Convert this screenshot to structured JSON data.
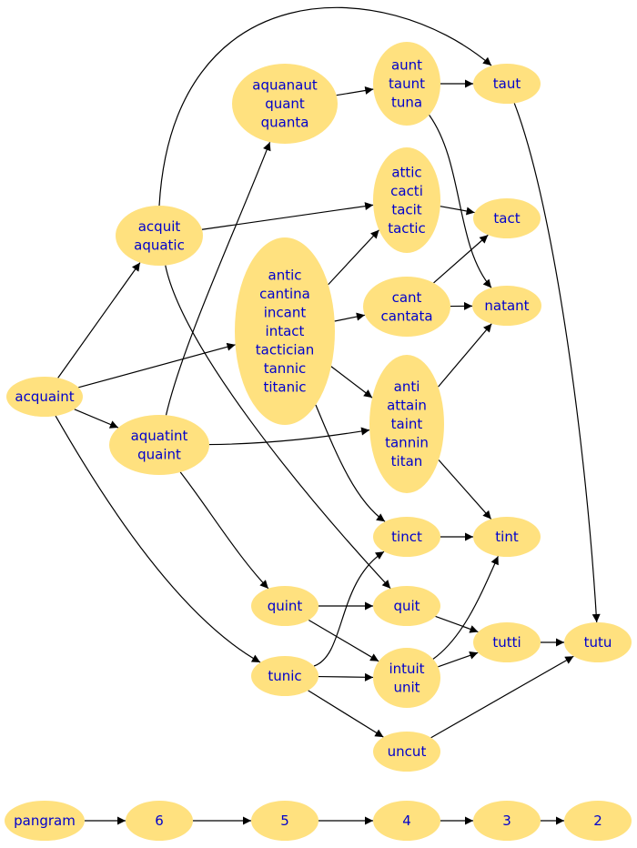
{
  "colors": {
    "node_fill": "#ffe17f",
    "node_text": "#0000cc",
    "edge": "#000000",
    "background": "#ffffff"
  },
  "nodes": [
    {
      "id": "acquaint",
      "lines": [
        "acquaint"
      ]
    },
    {
      "id": "acquit",
      "lines": [
        "acquit",
        "aquatic"
      ]
    },
    {
      "id": "aquatint",
      "lines": [
        "aquatint",
        "quaint"
      ]
    },
    {
      "id": "aquanaut",
      "lines": [
        "aquanaut",
        "quant",
        "quanta"
      ]
    },
    {
      "id": "aunt",
      "lines": [
        "aunt",
        "taunt",
        "tuna"
      ]
    },
    {
      "id": "taut",
      "lines": [
        "taut"
      ]
    },
    {
      "id": "attic",
      "lines": [
        "attic",
        "cacti",
        "tacit",
        "tactic"
      ]
    },
    {
      "id": "tact",
      "lines": [
        "tact"
      ]
    },
    {
      "id": "antic",
      "lines": [
        "antic",
        "cantina",
        "incant",
        "intact",
        "tactician",
        "tannic",
        "titanic"
      ]
    },
    {
      "id": "cant",
      "lines": [
        "cant",
        "cantata"
      ]
    },
    {
      "id": "natant",
      "lines": [
        "natant"
      ]
    },
    {
      "id": "anti",
      "lines": [
        "anti",
        "attain",
        "taint",
        "tannin",
        "titan"
      ]
    },
    {
      "id": "tinct",
      "lines": [
        "tinct"
      ]
    },
    {
      "id": "tint",
      "lines": [
        "tint"
      ]
    },
    {
      "id": "quint",
      "lines": [
        "quint"
      ]
    },
    {
      "id": "quit",
      "lines": [
        "quit"
      ]
    },
    {
      "id": "tutti",
      "lines": [
        "tutti"
      ]
    },
    {
      "id": "tutu",
      "lines": [
        "tutu"
      ]
    },
    {
      "id": "tunic",
      "lines": [
        "tunic"
      ]
    },
    {
      "id": "intuit",
      "lines": [
        "intuit",
        "unit"
      ]
    },
    {
      "id": "uncut",
      "lines": [
        "uncut"
      ]
    },
    {
      "id": "pangram",
      "lines": [
        "pangram"
      ]
    },
    {
      "id": "n6",
      "lines": [
        "6"
      ]
    },
    {
      "id": "n5",
      "lines": [
        "5"
      ]
    },
    {
      "id": "n4",
      "lines": [
        "4"
      ]
    },
    {
      "id": "n3",
      "lines": [
        "3"
      ]
    },
    {
      "id": "n2",
      "lines": [
        "2"
      ]
    }
  ],
  "edges": [
    {
      "from": "acquaint",
      "to": "acquit"
    },
    {
      "from": "acquaint",
      "to": "antic"
    },
    {
      "from": "acquaint",
      "to": "aquatint"
    },
    {
      "from": "acquaint",
      "to": "tunic"
    },
    {
      "from": "acquit",
      "to": "taut"
    },
    {
      "from": "acquit",
      "to": "attic"
    },
    {
      "from": "acquit",
      "to": "quit"
    },
    {
      "from": "aquatint",
      "to": "aquanaut"
    },
    {
      "from": "aquatint",
      "to": "anti"
    },
    {
      "from": "aquatint",
      "to": "quint"
    },
    {
      "from": "aquanaut",
      "to": "aunt"
    },
    {
      "from": "aunt",
      "to": "taut"
    },
    {
      "from": "aunt",
      "to": "natant"
    },
    {
      "from": "taut",
      "to": "tutu"
    },
    {
      "from": "attic",
      "to": "tact"
    },
    {
      "from": "antic",
      "to": "attic"
    },
    {
      "from": "antic",
      "to": "cant"
    },
    {
      "from": "antic",
      "to": "anti"
    },
    {
      "from": "antic",
      "to": "tinct"
    },
    {
      "from": "cant",
      "to": "tact"
    },
    {
      "from": "cant",
      "to": "natant"
    },
    {
      "from": "anti",
      "to": "natant"
    },
    {
      "from": "anti",
      "to": "tint"
    },
    {
      "from": "tinct",
      "to": "tint"
    },
    {
      "from": "quint",
      "to": "quit"
    },
    {
      "from": "quint",
      "to": "intuit"
    },
    {
      "from": "quit",
      "to": "tutti"
    },
    {
      "from": "tunic",
      "to": "tinct"
    },
    {
      "from": "tunic",
      "to": "intuit"
    },
    {
      "from": "tunic",
      "to": "uncut"
    },
    {
      "from": "intuit",
      "to": "tint"
    },
    {
      "from": "intuit",
      "to": "tutti"
    },
    {
      "from": "tutti",
      "to": "tutu"
    },
    {
      "from": "uncut",
      "to": "tutu"
    },
    {
      "from": "pangram",
      "to": "n6"
    },
    {
      "from": "n6",
      "to": "n5"
    },
    {
      "from": "n5",
      "to": "n4"
    },
    {
      "from": "n4",
      "to": "n3"
    },
    {
      "from": "n3",
      "to": "n2"
    }
  ]
}
